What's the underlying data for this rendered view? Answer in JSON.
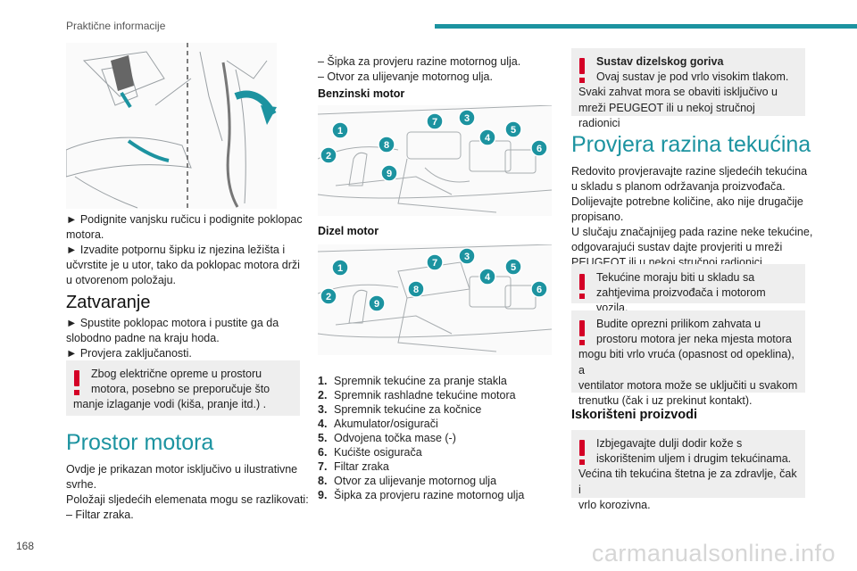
{
  "header": {
    "title": "Praktične informacije",
    "page_number": "168"
  },
  "watermark": "carmanualsonline.info",
  "col1": {
    "steps_open": [
      "► Podignite vanjsku ručicu i podignite poklopac",
      "motora.",
      "► Izvadite potpornu šipku iz njezina ležišta i",
      "učvrstite je u utor, tako da poklopac motora drži",
      "u otvorenom položaju."
    ],
    "closing_heading": "Zatvaranje",
    "steps_close": [
      "► Spustite poklopac motora i pustite ga da",
      "slobodno padne na kraju hoda.",
      "► Provjera zaključanosti."
    ],
    "warning1": [
      "Zbog električne opreme u prostoru",
      "motora, posebno se preporučuje što",
      "manje izlaganje vodi (kiša, pranje itd.) ."
    ],
    "engine_heading": "Prostor motora",
    "engine_text": [
      "Ovdje je prikazan motor isključivo u ilustrativne",
      "svrhe.",
      "Položaji sljedećih elemenata mogu se razlikovati:",
      "– Filtar zraka."
    ]
  },
  "col2": {
    "intro": [
      "– Šipka za provjeru razine motornog ulja.",
      "– Otvor za ulijevanje motornog ulja."
    ],
    "petrol_heading": "Benzinski motor",
    "diesel_heading": "Dizel motor",
    "callouts": [
      "1",
      "2",
      "3",
      "4",
      "5",
      "6",
      "7",
      "8",
      "9"
    ],
    "legend": [
      {
        "num": "1.",
        "text": "Spremnik tekućine za pranje stakla"
      },
      {
        "num": "2.",
        "text": "Spremnik rashladne tekućine motora"
      },
      {
        "num": "3.",
        "text": "Spremnik tekućine za kočnice"
      },
      {
        "num": "4.",
        "text": "Akumulator/osigurači"
      },
      {
        "num": "5.",
        "text": "Odvojena točka mase (-)"
      },
      {
        "num": "6.",
        "text": "Kućište osigurača"
      },
      {
        "num": "7.",
        "text": "Filtar zraka"
      },
      {
        "num": "8.",
        "text": "Otvor za ulijevanje motornog ulja"
      },
      {
        "num": "9.",
        "text": "Šipka za provjeru razine motornog ulja"
      }
    ]
  },
  "col3": {
    "warning_diesel": {
      "title": "Sustav dizelskog goriva",
      "lines": [
        "Ovaj sustav je pod vrlo visokim tlakom.",
        "Svaki zahvat mora se obaviti isključivo u",
        "mreži PEUGEOT ili u nekoj stručnoj radionici"
      ]
    },
    "fluids_heading": "Provjera razina tekućina",
    "fluids_text": [
      "Redovito provjeravajte razine sljedećih tekućina",
      "u skladu s planom održavanja proizvođača.",
      "Dolijevajte potrebne količine, ako nije drugačije",
      "propisano.",
      "U slučaju značajnijeg pada razine neke tekućine,",
      "odgovarajući sustav dajte provjeriti u mreži",
      "PEUGEOT ili u nekoj stručnoj radionici."
    ],
    "warning2": [
      "Tekućine moraju biti u skladu sa",
      "zahtjevima proizvođača i motorom vozila."
    ],
    "warning3": [
      "Budite oprezni prilikom zahvata u",
      "prostoru motora jer neka mjesta motora",
      "mogu biti vrlo vruća (opasnost od opeklina), a",
      "ventilator motora može se uključiti u svakom",
      "trenutku (čak i uz prekinut kontakt)."
    ],
    "used_heading": "Iskorišteni proizvodi",
    "warning4": [
      "Izbjegavajte dulji dodir kože s",
      "iskorištenim uljem i drugim tekućinama.",
      "Većina tih tekućina štetna je za zdravlje, čak i",
      "vrlo korozivna."
    ]
  },
  "colors": {
    "accent": "#1c93a0",
    "warning": "#d40026",
    "box": "#eeeeee"
  }
}
